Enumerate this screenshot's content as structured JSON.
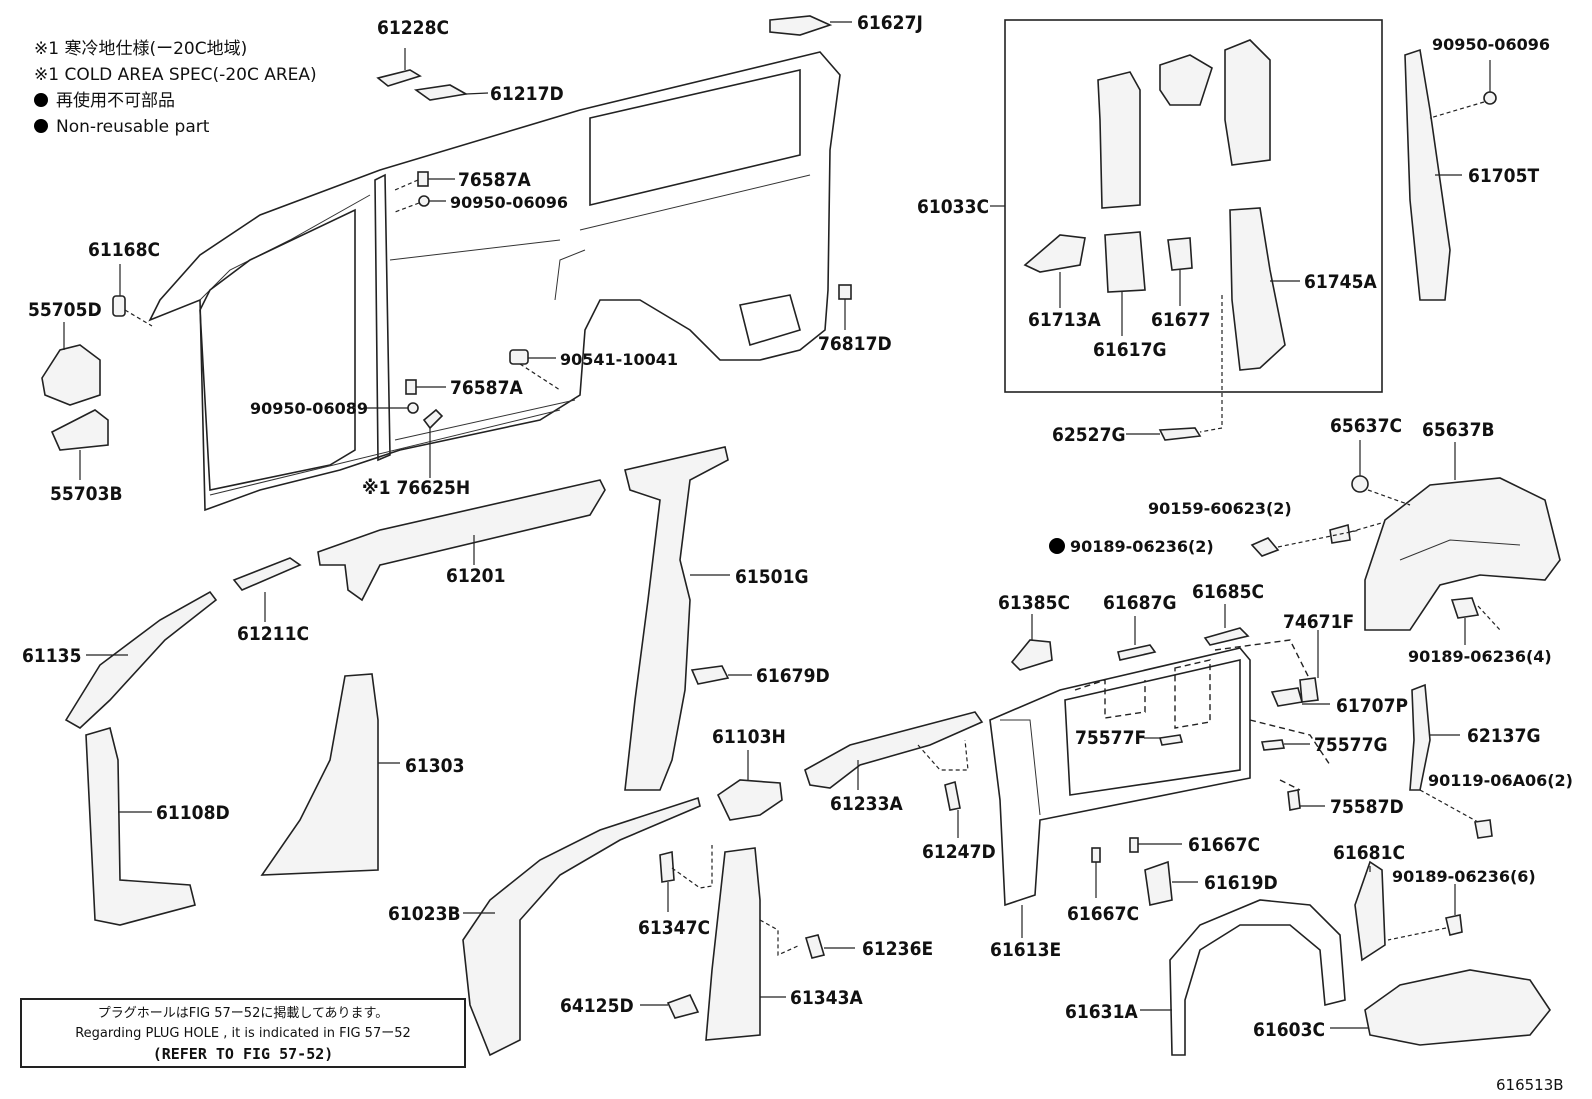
{
  "notes": {
    "cold_jp": "※1 寒冷地仕様(ー20C地域)",
    "cold_en": "※1 COLD AREA SPEC(-20C AREA)",
    "nonreuse_jp": "再使用不可部品",
    "nonreuse_en": "Non-reusable part"
  },
  "plug_note": {
    "jp": "プラグホールはFIG 57ー52に掲載してあります。",
    "en": "Regarding PLUG HOLE , it is indicated in FIG 57ー52",
    "refer": "(REFER TO FIG 57-52)"
  },
  "figure_id": "616513B",
  "labels": {
    "p61228C": "61228C",
    "p61627J": "61627J",
    "p61217D": "61217D",
    "p76587A_1": "76587A",
    "p90950_06096_1": "90950-06096",
    "p61168C": "61168C",
    "p55705D": "55705D",
    "p55703B": "55703B",
    "p90541_10041": "90541-10041",
    "p76587A_2": "76587A",
    "p90950_06089": "90950-06089",
    "p76625H": "※1 76625H",
    "p76817D": "76817D",
    "p61033C": "61033C",
    "p61713A": "61713A",
    "p61617G": "61617G",
    "p61677": "61677",
    "p61745A": "61745A",
    "p62527G": "62527G",
    "p90950_06096_2": "90950-06096",
    "p61705T": "61705T",
    "p65637C": "65637C",
    "p65637B": "65637B",
    "p90159_60623": "90159-60623(2)",
    "p90189_06236_2": "90189-06236(2)",
    "p90189_06236_4": "90189-06236(4)",
    "p61201": "61201",
    "p61211C": "61211C",
    "p61501G": "61501G",
    "p61135": "61135",
    "p61679D": "61679D",
    "p61303": "61303",
    "p61108D": "61108D",
    "p61103H": "61103H",
    "p61233A": "61233A",
    "p61247D": "61247D",
    "p61385C": "61385C",
    "p61687G": "61687G",
    "p61685C": "61685C",
    "p74671F": "74671F",
    "p61707P": "61707P",
    "p62137G": "62137G",
    "p75577F": "75577F",
    "p75577G": "75577G",
    "p90119_06A06": "90119-06A06(2)",
    "p75587D": "75587D",
    "p61667C_1": "61667C",
    "p61667C_2": "61667C",
    "p61619D": "61619D",
    "p61681C": "61681C",
    "p90189_06236_6": "90189-06236(6)",
    "p61613E": "61613E",
    "p61023B": "61023B",
    "p61347C": "61347C",
    "p61236E": "61236E",
    "p64125D": "64125D",
    "p61343A": "61343A",
    "p61631A": "61631A",
    "p61603C": "61603C"
  }
}
